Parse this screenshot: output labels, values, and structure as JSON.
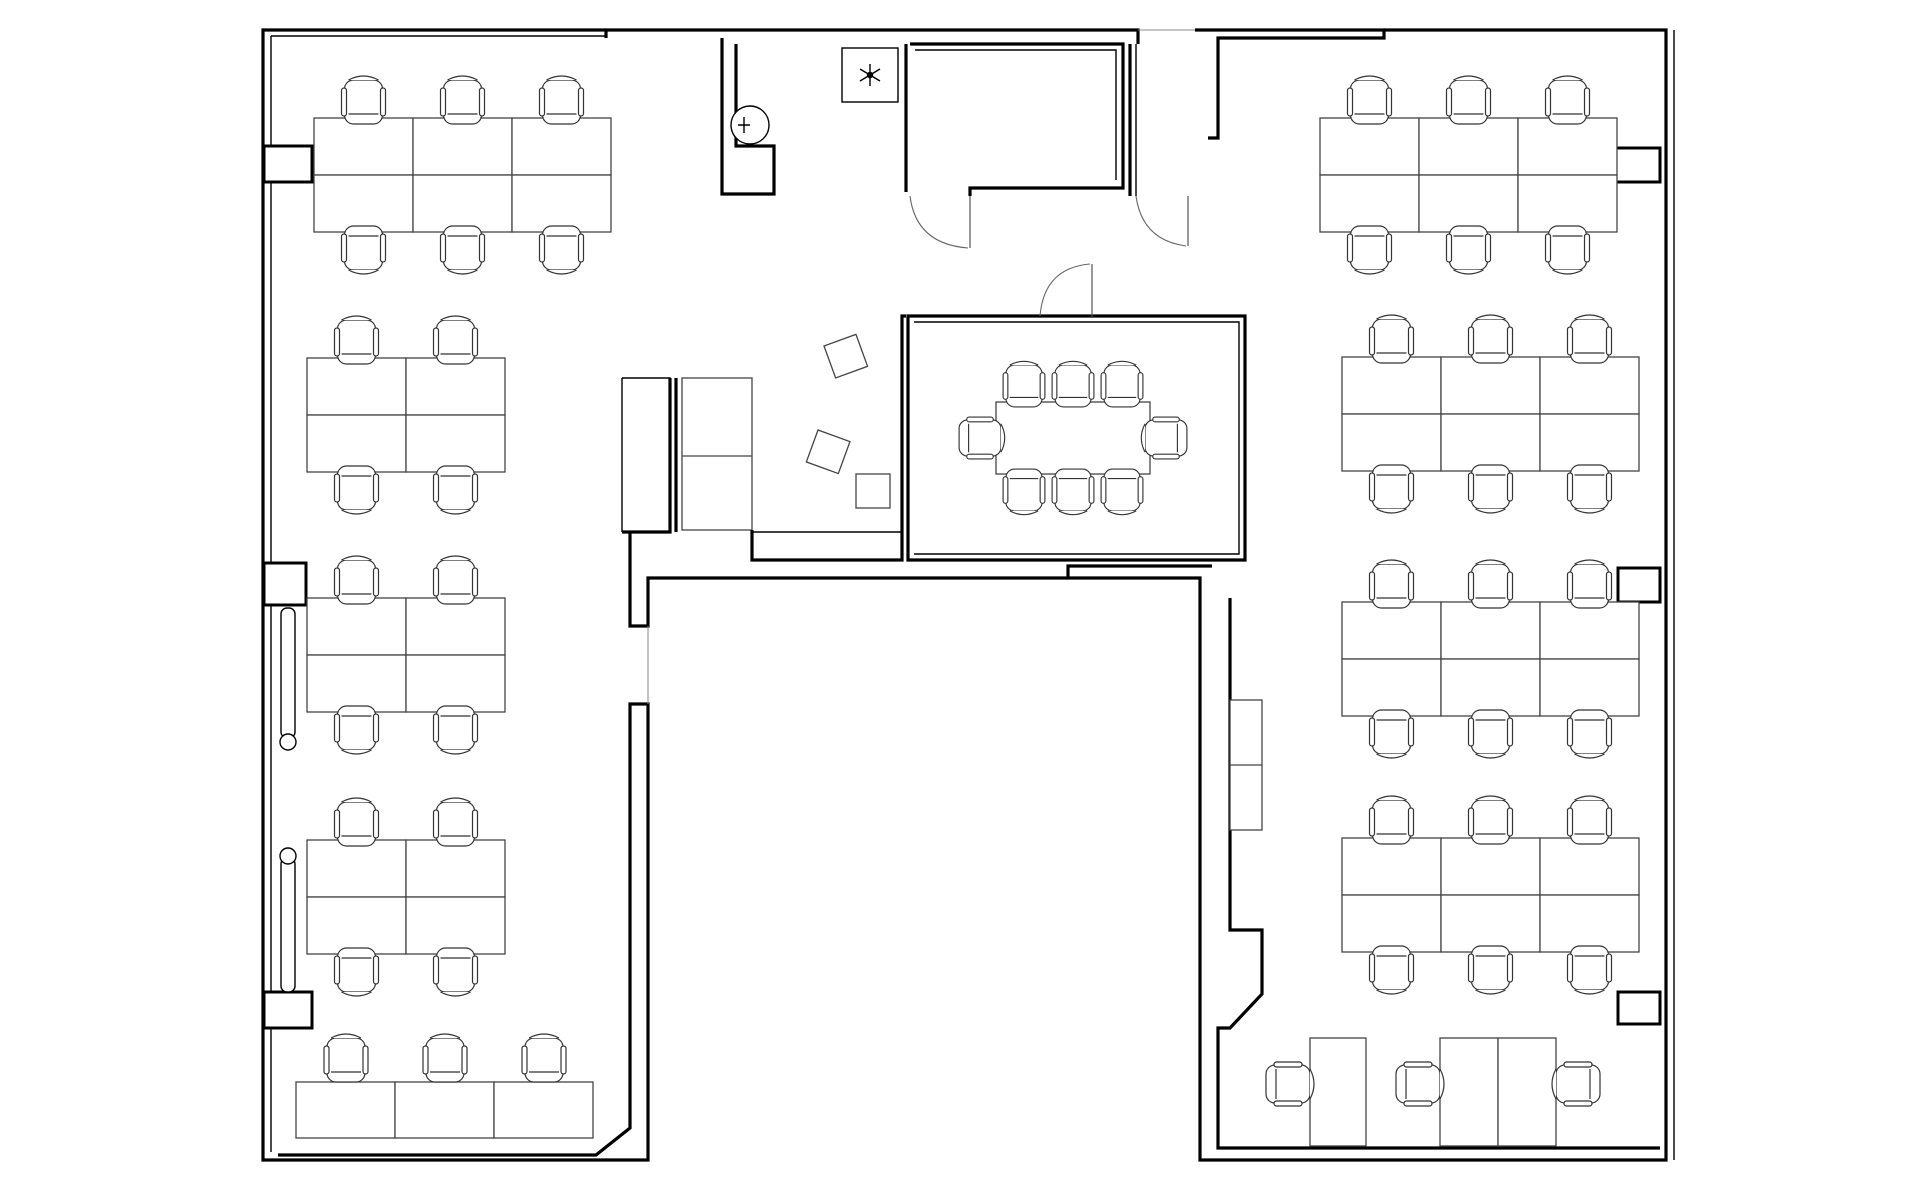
{
  "plan": {
    "kind": "office-floor-plan",
    "icons": [
      "snowflake-icon",
      "sink-icon"
    ],
    "rooms": [
      "open-office-left",
      "open-office-right",
      "kitchen-lounge",
      "meeting-room",
      "storage-room",
      "toilet"
    ]
  }
}
